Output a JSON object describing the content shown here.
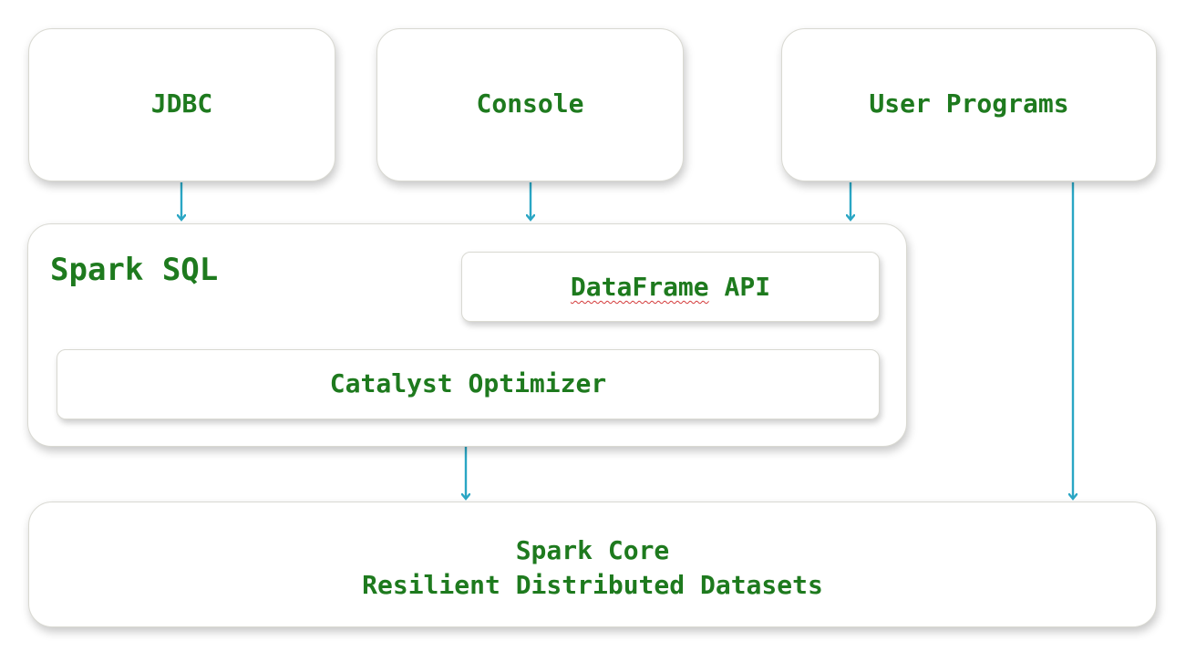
{
  "sources": {
    "jdbc": "JDBC",
    "console": "Console",
    "user_programs": "User Programs"
  },
  "spark_sql": {
    "title": "Spark SQL",
    "dataframe_api": {
      "word": "DataFrame",
      "rest": " API"
    },
    "catalyst": "Catalyst Optimizer"
  },
  "spark_core": {
    "line1": "Spark Core",
    "line2": "Resilient Distributed Datasets"
  },
  "colors": {
    "text": "#1e7a1e",
    "arrow": "#2aa6c4",
    "border": "#d9d9d2"
  }
}
